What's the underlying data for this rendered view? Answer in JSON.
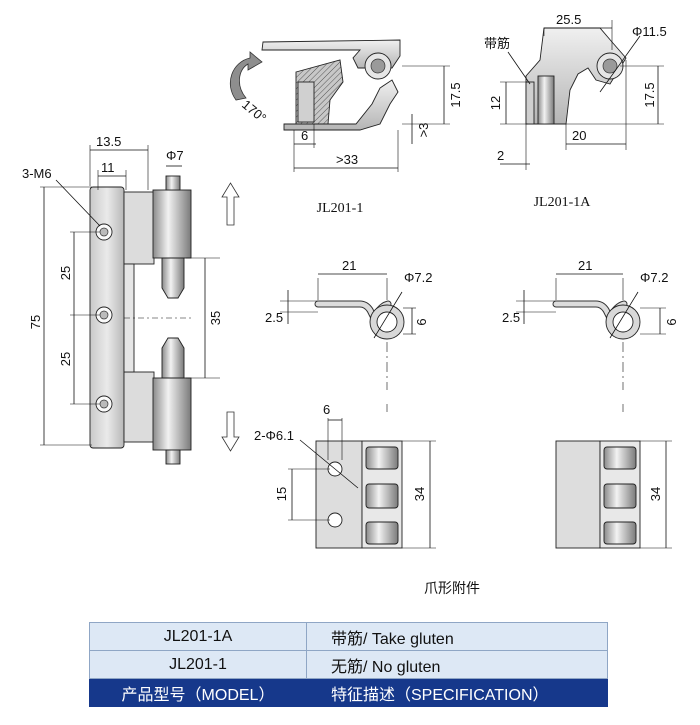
{
  "dimensions": {
    "main": {
      "d13_5": "13.5",
      "d11": "11",
      "phi7": "Φ7",
      "m6": "3-M6",
      "d75": "75",
      "d25a": "25",
      "d25b": "25",
      "d35": "35"
    },
    "jl201_1": {
      "angle": "170°",
      "d17_5": "17.5",
      "d6": "6",
      "d3": ">3",
      "d33": ">33"
    },
    "jl201_1a": {
      "d25_5": "25.5",
      "phi11_5": "Φ11.5",
      "rib": "带筋",
      "d12": "12",
      "d17_5": "17.5",
      "d2": "2",
      "d20": "20"
    },
    "claw_left": {
      "d21": "21",
      "phi7_2": "Φ7.2",
      "d2_5": "2.5",
      "d6": "6",
      "phi6_1": "2-Φ6.1",
      "d6b": "6",
      "d15": "15",
      "d34": "34"
    },
    "claw_right": {
      "d21": "21",
      "phi7_2": "Φ7.2",
      "d2_5": "2.5",
      "d6": "6",
      "d34": "34"
    }
  },
  "captions": {
    "jl201_1": "JL201-1",
    "jl201_1a": "JL201-1A",
    "claw": "爪形附件"
  },
  "table": {
    "rows": [
      {
        "model": "JL201-1A",
        "spec": "带筋/ Take gluten"
      },
      {
        "model": "JL201-1",
        "spec": "无筋/ No gluten"
      }
    ],
    "header": {
      "model": "产品型号（MODEL）",
      "spec": "特征描述（SPECIFICATION）"
    }
  },
  "colors": {
    "table_header": "#16388b",
    "table_row": "#dde8f5",
    "metal": "#d9d9d9"
  }
}
